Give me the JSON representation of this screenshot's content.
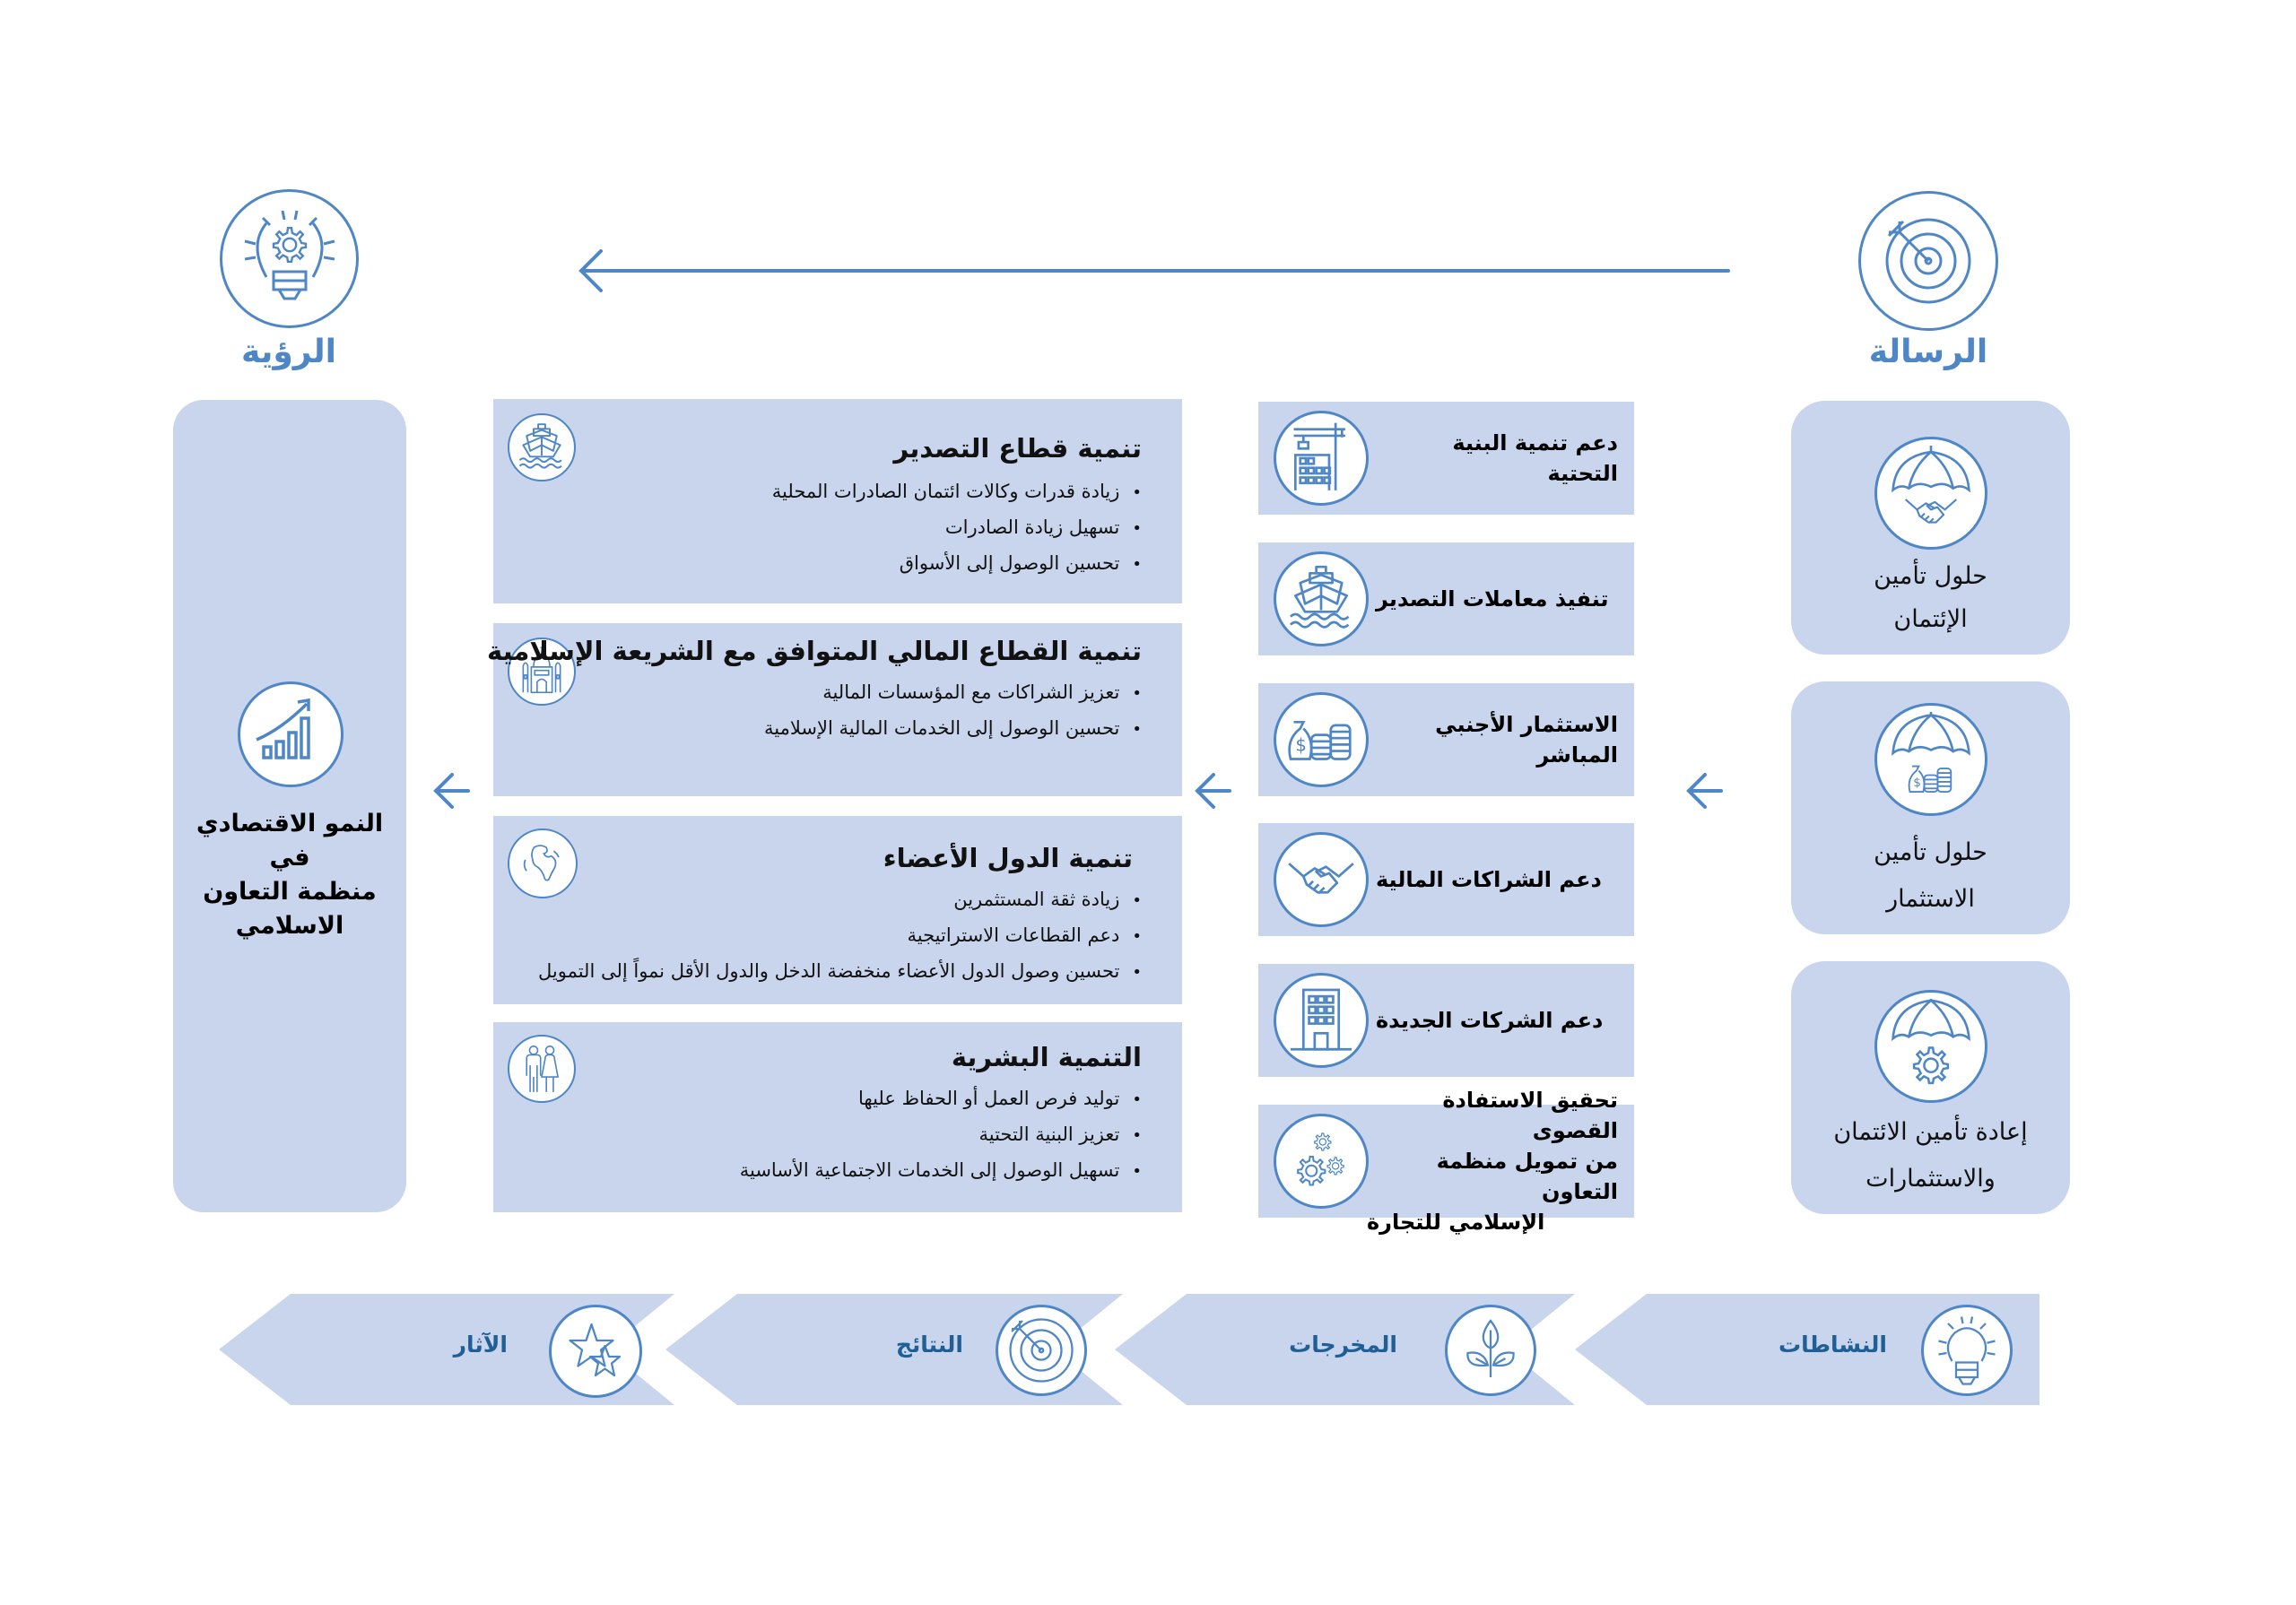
{
  "vision": {
    "heading": "الرؤية",
    "icon": "lightbulb-gear-icon",
    "box_icon": "growth-chart-icon",
    "box_text_line1": "النمو الاقتصادي في",
    "box_text_line2": "منظمة التعاون الاسلامي"
  },
  "mission": {
    "heading": "الرسالة",
    "icon": "target-arrow-icon"
  },
  "outcomes": [
    {
      "title": "تنمية قطاع التصدير",
      "icon": "ship-icon",
      "bullets": [
        "زيادة قدرات وكالات ائتمان الصادرات المحلية",
        "تسهيل زيادة الصادرات",
        "تحسين الوصول إلى الأسواق"
      ]
    },
    {
      "title": "تنمية القطاع المالي المتوافق مع الشريعة الإسلامية",
      "icon": "mosque-icon",
      "bullets": [
        "تعزيز الشراكات مع المؤسسات المالية",
        "تحسين الوصول إلى الخدمات المالية الإسلامية"
      ]
    },
    {
      "title": "تنمية الدول الأعضاء",
      "icon": "globe-icon",
      "bullets": [
        "زيادة ثقة المستثمرين",
        "دعم القطاعات الاستراتيجية",
        "تحسين وصول الدول الأعضاء منخفضة الدخل والدول الأقل نمواً إلى التمويل"
      ]
    },
    {
      "title": "التنمية البشرية",
      "icon": "people-icon",
      "bullets": [
        "توليد فرص العمل أو الحفاظ عليها",
        "تعزيز البنية التحتية",
        "تسهيل الوصول إلى الخدمات الاجتماعية الأساسية"
      ]
    }
  ],
  "outputs": [
    {
      "label": "دعم تنمية البنية التحتية",
      "icon": "crane-building-icon"
    },
    {
      "label": "تنفيذ معاملات التصدير",
      "icon": "ship-icon"
    },
    {
      "label": "الاستثمار الأجنبي المباشر",
      "icon": "money-bag-coins-icon"
    },
    {
      "label": "دعم الشراكات المالية",
      "icon": "handshake-icon"
    },
    {
      "label": "دعم الشركات الجديدة",
      "icon": "office-building-icon"
    },
    {
      "label": "تحقيق الاستفادة القصوى من تمويل منظمة التعاون الإسلامي للتجارة",
      "label_lines": [
        "تحقيق الاستفادة القصوى",
        "من تمويل منظمة التعاون",
        "الإسلامي للتجارة"
      ],
      "icon": "gears-icon"
    }
  ],
  "activities": [
    {
      "line1": "حلول تأمين",
      "line2": "الإئتمان",
      "icon": "umbrella-handshake-icon"
    },
    {
      "line1": "حلول تأمين",
      "line2": "الاستثمار",
      "icon": "umbrella-money-icon"
    },
    {
      "line1": "إعادة تأمين الائتمان",
      "line2": "والاستثمارات",
      "icon": "umbrella-gear-icon"
    }
  ],
  "stages": [
    {
      "label": "النشاطات",
      "icon": "lightbulb-icon"
    },
    {
      "label": "المخرجات",
      "icon": "plant-icon"
    },
    {
      "label": "النتائج",
      "icon": "target-icon"
    },
    {
      "label": "الآثار",
      "icon": "stars-icon"
    }
  ],
  "colors": {
    "accent": "#4f86c6",
    "box_fill": "#c8d5ec",
    "stage_text": "#1f5f95"
  }
}
